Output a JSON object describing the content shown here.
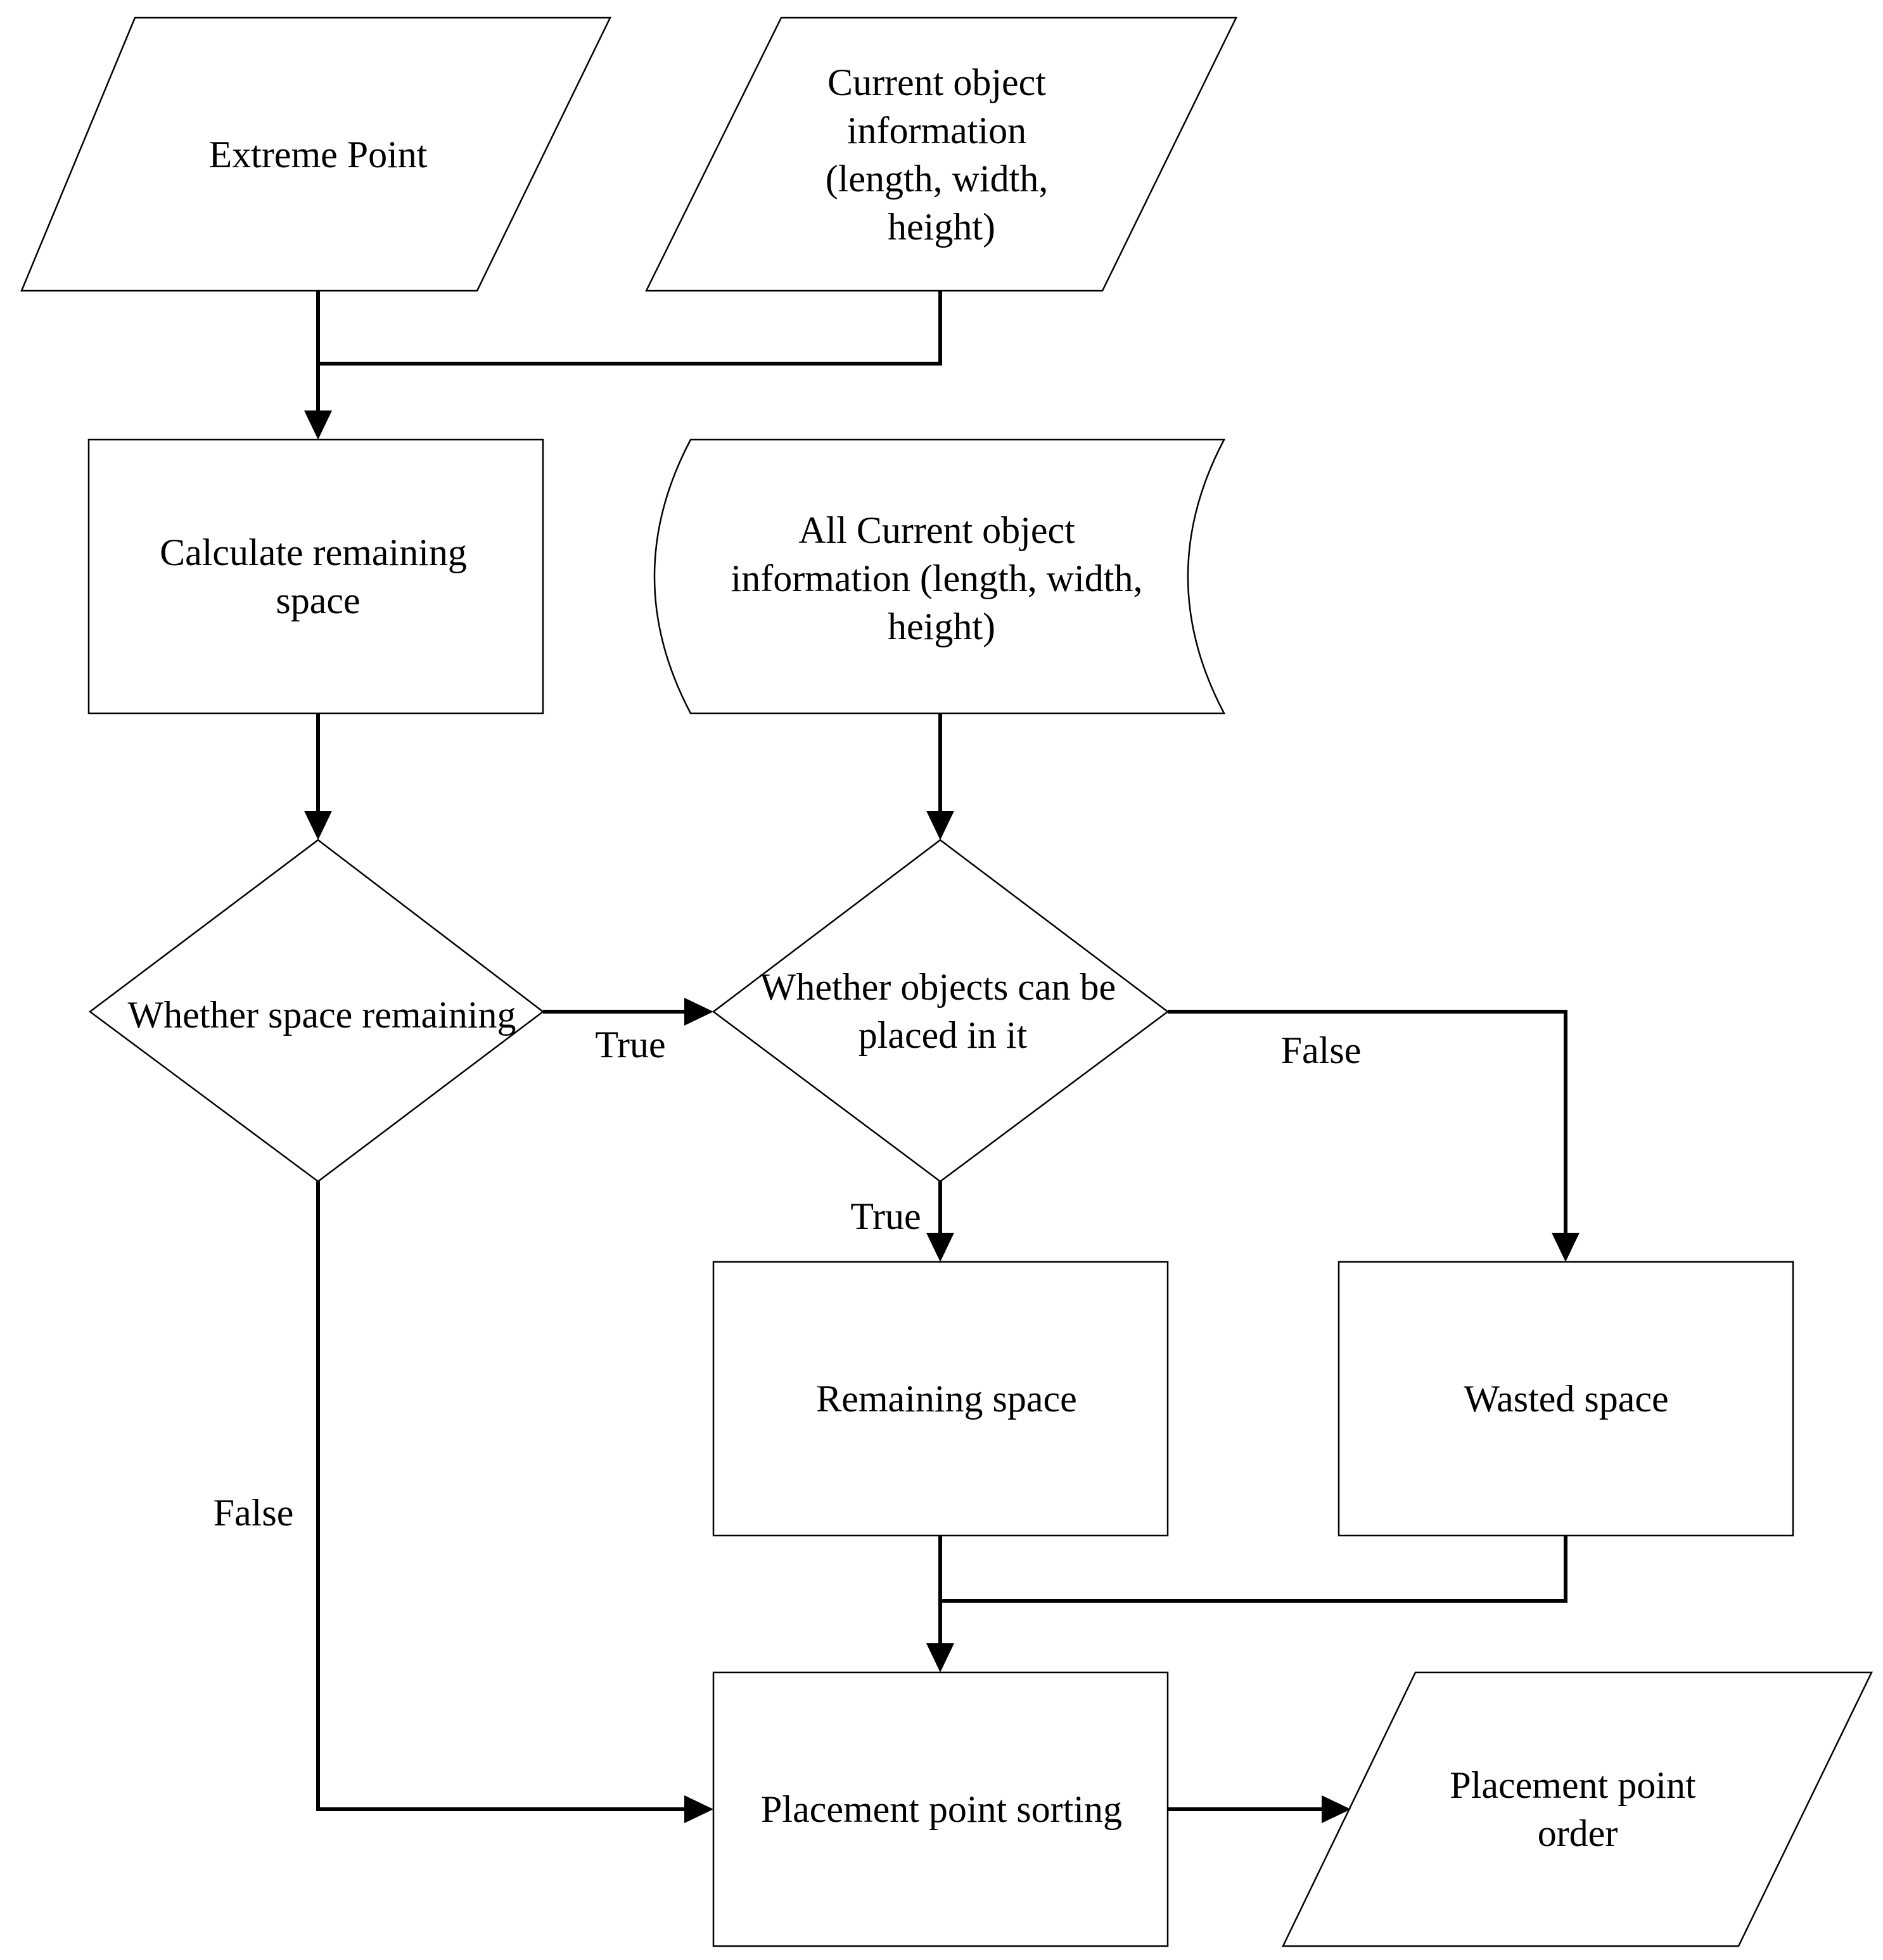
{
  "nodes": {
    "extreme_point": {
      "lines": [
        "Extreme Point"
      ]
    },
    "current_object_info": {
      "lines": [
        "Current object",
        "information",
        "(length, width,",
        "height)"
      ]
    },
    "calculate_remaining_space": {
      "lines": [
        "Calculate remaining",
        "space"
      ]
    },
    "all_current_object_info": {
      "lines": [
        "All Current object",
        "information (length, width,",
        "height)"
      ]
    },
    "whether_space_remaining": {
      "lines": [
        "Whether space remaining"
      ]
    },
    "whether_objects_fit": {
      "lines": [
        "Whether objects can be",
        "placed in it"
      ]
    },
    "remaining_space": {
      "lines": [
        "Remaining space"
      ]
    },
    "wasted_space": {
      "lines": [
        "Wasted space"
      ]
    },
    "placement_point_sorting": {
      "lines": [
        "Placement point sorting"
      ]
    },
    "placement_point_order": {
      "lines": [
        "Placement point",
        "order"
      ]
    }
  },
  "edge_labels": {
    "space_true": "True",
    "space_false": "False",
    "fit_true": "True",
    "fit_false": "False"
  }
}
